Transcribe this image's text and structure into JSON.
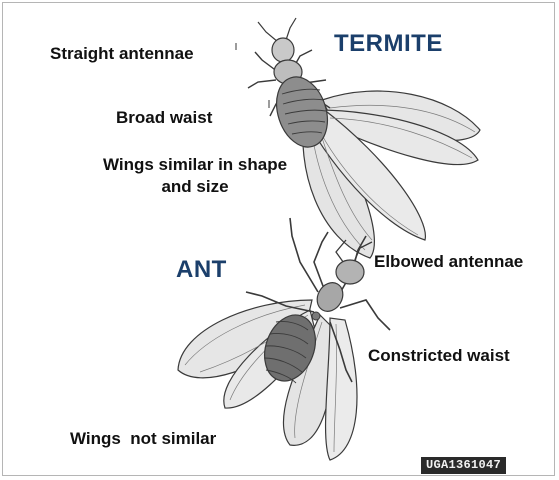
{
  "colors": {
    "title": "#1b3f6b",
    "ink": "#3a3a3a",
    "wing": "#e6e6e6",
    "body_dark": "#6f6f6f",
    "body_mid": "#a7a7a7"
  },
  "termite": {
    "title": "TERMITE",
    "label_antennae": "Straight antennae",
    "label_waist": "Broad waist",
    "label_wings_line1": "Wings similar in shape",
    "label_wings_line2": "and size"
  },
  "ant": {
    "title": "ANT",
    "label_antennae": "Elbowed antennae",
    "label_waist": "Constricted waist",
    "label_wings": "Wings  not similar"
  },
  "image_code": "UGA1361047"
}
